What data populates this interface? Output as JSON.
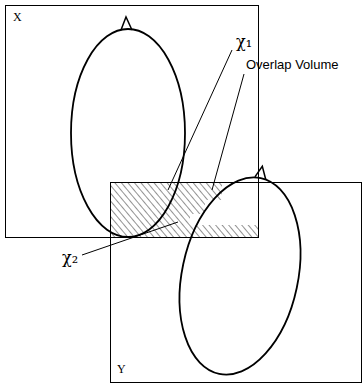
{
  "diagram": {
    "nodes": [
      {
        "text": [
          "X"
        ]
      },
      {
        "text": [
          "Y"
        ]
      }
    ],
    "labels": [
      "χ₁",
      "Overlap Volume",
      "χ₂"
    ]
  }
}
